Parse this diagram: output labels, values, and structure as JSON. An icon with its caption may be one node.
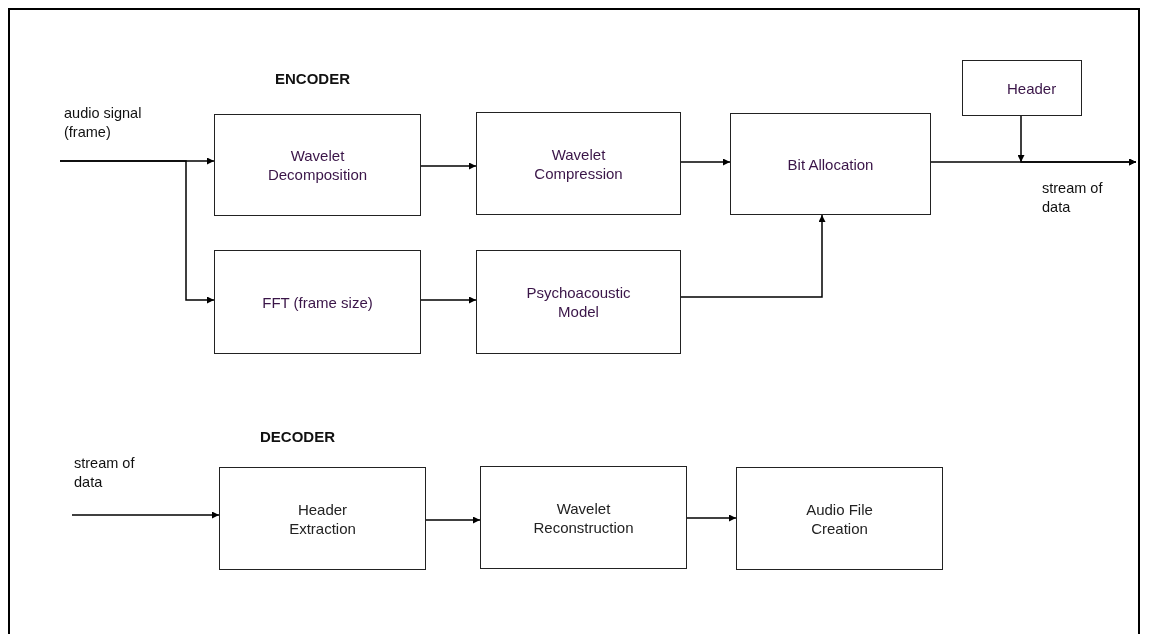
{
  "diagram": {
    "nodes": [
      {
        "text": [
          "audio signal (frame)"
        ]
      },
      {
        "text": [
          "Wavelet Decomposition"
        ]
      },
      {
        "text": [
          "Wavelet Compression"
        ]
      },
      {
        "text": [
          "Bit Allocation"
        ]
      },
      {
        "text": [
          "Header"
        ]
      },
      {
        "text": [
          "FFT (frame size)"
        ]
      },
      {
        "text": [
          "Psychoacoustic Model"
        ]
      },
      {
        "text": [
          "stream of data"
        ]
      },
      {
        "text": [
          "stream of data"
        ]
      },
      {
        "text": [
          "Header Extraction"
        ]
      },
      {
        "text": [
          "Wavelet Reconstruction"
        ]
      },
      {
        "text": [
          "Audio File Creation"
        ]
      }
    ],
    "edges": [
      {
        "from": 0,
        "to": 1,
        "arrow": "to"
      },
      {
        "from": 0,
        "to": 5,
        "arrow": "to"
      },
      {
        "from": 1,
        "to": 2,
        "arrow": "to"
      },
      {
        "from": 2,
        "to": 3,
        "arrow": "to"
      },
      {
        "from": 5,
        "to": 6,
        "arrow": "to"
      },
      {
        "from": 6,
        "to": 3,
        "arrow": "to"
      },
      {
        "from": 3,
        "to": 7,
        "arrow": "to"
      },
      {
        "from": 4,
        "to": 7,
        "arrow": "to"
      },
      {
        "from": 8,
        "to": 9,
        "arrow": "to"
      },
      {
        "from": 9,
        "to": 10,
        "arrow": "to"
      },
      {
        "from": 10,
        "to": 11,
        "arrow": "to"
      }
    ],
    "labels": [
      "ENCODER",
      "DECODER"
    ]
  }
}
